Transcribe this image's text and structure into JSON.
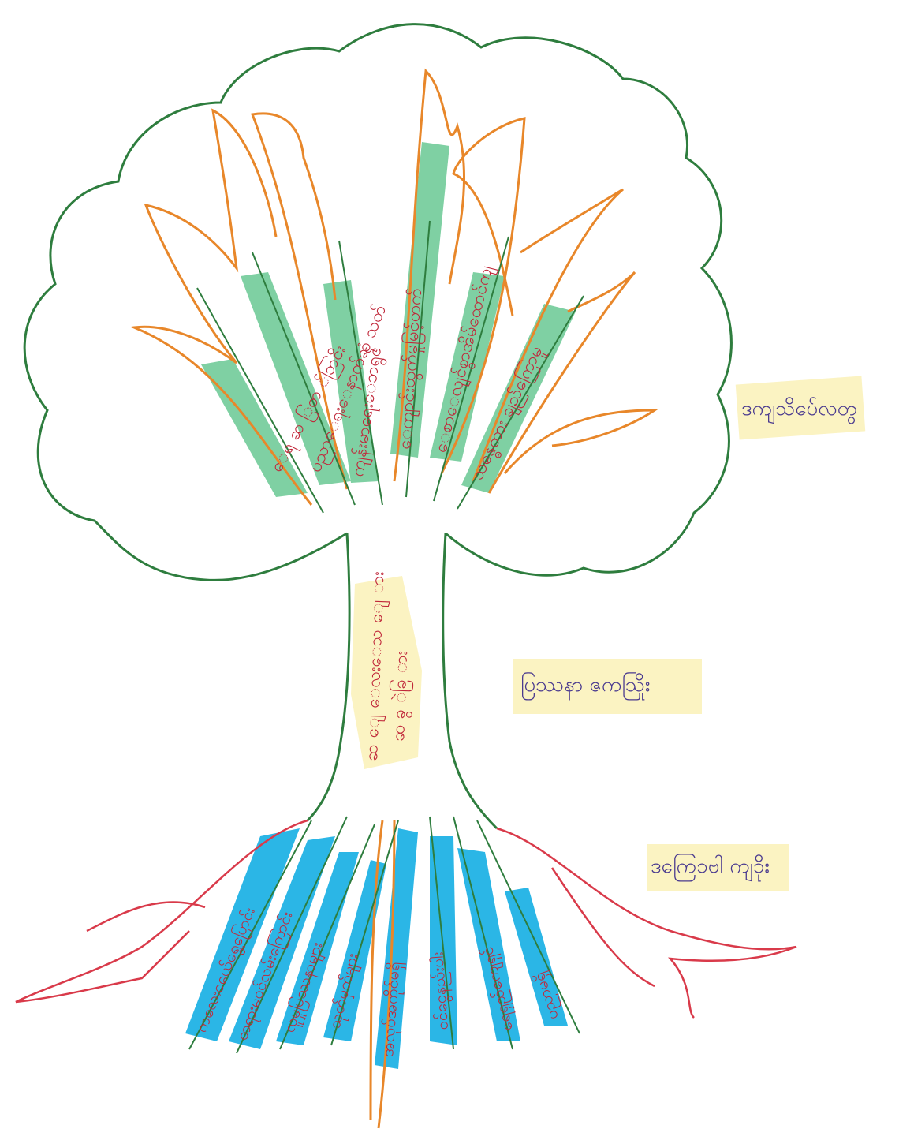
{
  "labels": {
    "leaves": "ဒကျသိပ်ေလတွ",
    "trunk": "ပြဿနာ ဇကသြိုး",
    "roots": "ဒကြေ၁ဗါ ကျ၁ိုး"
  },
  "trunk_text": {
    "line1": "ဆ ျေ ေလးေသ ျေ ား",
    "line2": "ဆ ခွ ဲခြ ား"
  },
  "branch_texts": [
    "ေရ ဆ ြတ ်ဘြငိး",
    "ပညာေရးေနာက်ဆုံ သတ်",
    "ကျန်းမာရေးေဘရွင်",
    "ေကျာင်းထွက်မှုမြင့်တက်",
    "ေစာေလျင်စွာအိမ်ထောင်ကျ",
    "သန္ဓေတား ချည်ကြောမှု"
  ],
  "root_texts": [
    "ကလေးငယ်ေရွေ့ပြောင်း",
    "တရားမဝင်လမ်းကြောင်း",
    "လူမှုပြဿနာများ",
    "သုတ်မှတ်များ",
    "အလုပ်အကိုင်မရှိ",
    "ဝင်ငွေနည်းပါး",
    "ရေရှည်ကျေရှင်",
    "ပညာမရှိ"
  ],
  "colors": {
    "canopy": "#2e7d3e",
    "branch": "#e8872a",
    "branch_fill": "#7fd0a3",
    "trunk_fill": "#fbf3c2",
    "roots": "#d93a4a",
    "root_fill": "#2bb6e6",
    "script": "#c0283a",
    "side_label": "#4a3a8f",
    "label_highlight": "#fbf3c2"
  }
}
